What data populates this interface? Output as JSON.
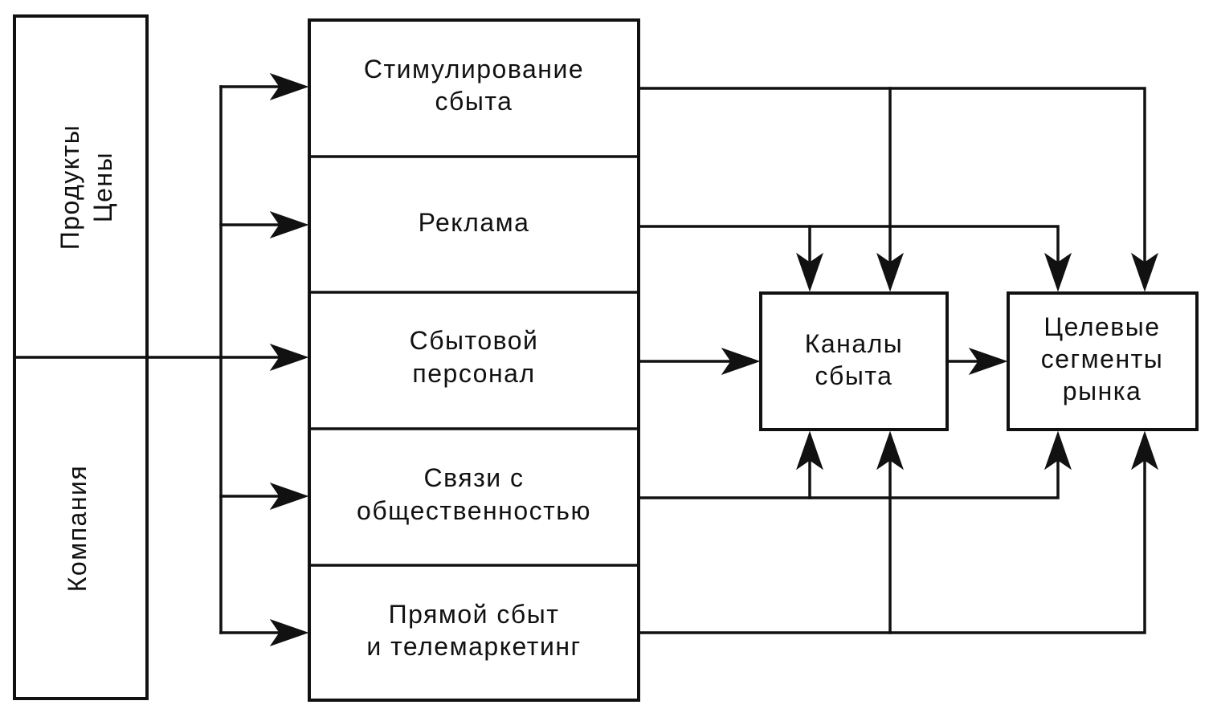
{
  "colors": {
    "line": "#111111",
    "background": "#ffffff"
  },
  "left_panel": {
    "top_label_line1": "Продукты",
    "top_label_line2": "Цены",
    "bottom_label": "Компания"
  },
  "tools": [
    {
      "line1": "Стимулирование",
      "line2": "сбыта"
    },
    {
      "line1": "Реклама",
      "line2": ""
    },
    {
      "line1": "Сбытовой",
      "line2": "персонал"
    },
    {
      "line1": "Связи с",
      "line2": "общественностью"
    },
    {
      "line1": "Прямой сбыт",
      "line2": "и телемаркетинг"
    }
  ],
  "channels": {
    "line1": "Каналы",
    "line2": "сбыта"
  },
  "segments": {
    "line1": "Целевые",
    "line2": "сегменты",
    "line3": "рынка"
  }
}
